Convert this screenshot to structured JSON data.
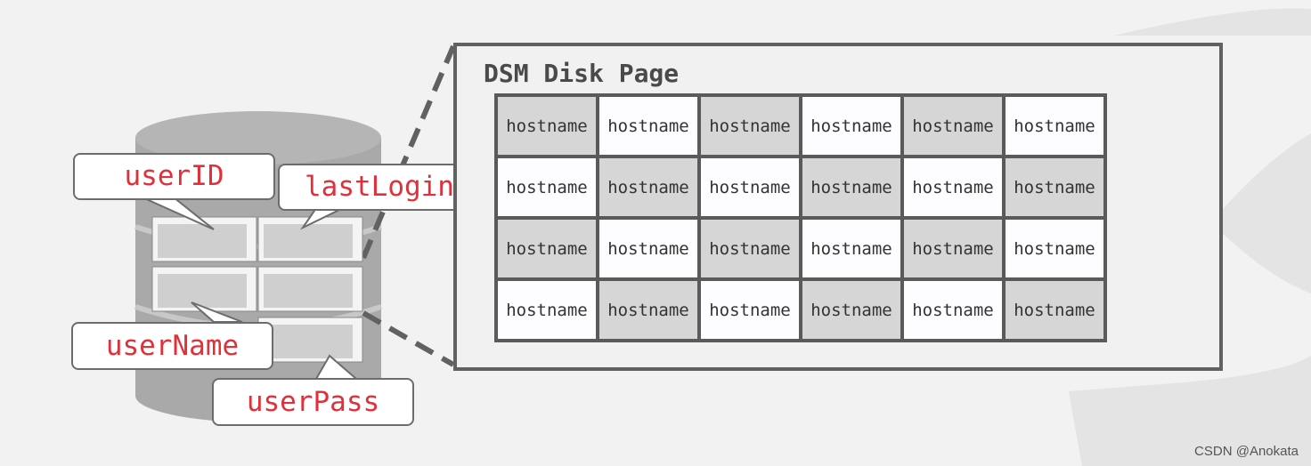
{
  "page": {
    "title": "DSM Disk Page",
    "rows": [
      [
        "hostname",
        "hostname",
        "hostname",
        "hostname",
        "hostname",
        "hostname"
      ],
      [
        "hostname",
        "hostname",
        "hostname",
        "hostname",
        "hostname",
        "hostname"
      ],
      [
        "hostname",
        "hostname",
        "hostname",
        "hostname",
        "hostname",
        "hostname"
      ],
      [
        "hostname",
        "hostname",
        "hostname",
        "hostname",
        "hostname",
        "hostname"
      ]
    ]
  },
  "callouts": {
    "user_id": "userID",
    "last_login": "lastLogin",
    "user_name": "userName",
    "user_pass": "userPass"
  },
  "watermark": "CSDN @Anokata",
  "colors": {
    "callout_text": "#e0313b",
    "cell_shaded": "#d6d6d6",
    "cell_light": "#fdfdff",
    "border": "#5a5a5a"
  }
}
